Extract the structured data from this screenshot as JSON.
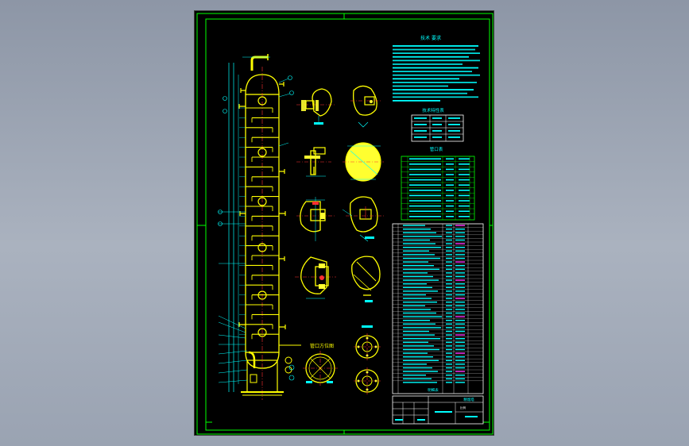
{
  "drawing": {
    "spec_title": "技术  要求",
    "design_table_title": "技术特性表",
    "nozzle_table_title": "管口表",
    "parts_header": "明细表",
    "title_block": {
      "drawing_name": "精馏塔",
      "company_line": "",
      "scale": "比例",
      "sheet": ""
    },
    "top_view_label": "管口方位图"
  },
  "colors": {
    "background": "#000000",
    "frame": "#00ff00",
    "outline": "#ffff00",
    "dimension": "#00ffff",
    "text": "#00ffff",
    "center_line": "#ff3030",
    "fill": "#ffff30",
    "white": "#ffffff",
    "magenta": "#ff33ff"
  }
}
